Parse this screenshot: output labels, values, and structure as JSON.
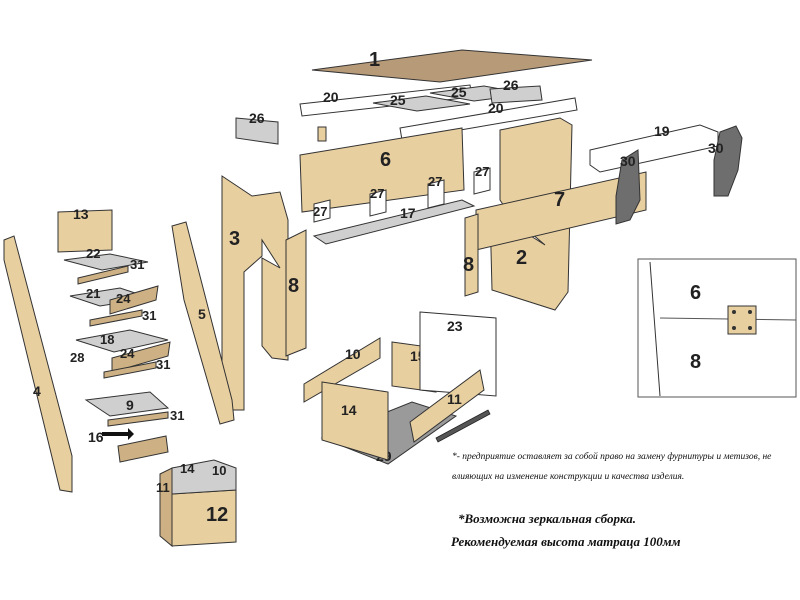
{
  "labels": {
    "p1": "1",
    "p2": "2",
    "p3": "3",
    "p4": "4",
    "p5": "5",
    "p6": "6",
    "p7": "7",
    "p8": "8",
    "p9": "9",
    "p10": "10",
    "p11": "11",
    "p12": "12",
    "p13": "13",
    "p14": "14",
    "p15": "15",
    "p16": "16",
    "p17": "17",
    "p18": "18",
    "p19": "19",
    "p20": "20",
    "p21": "21",
    "p22": "22",
    "p23": "23",
    "p24": "24",
    "p25": "25",
    "p26": "26",
    "p27": "27",
    "p28": "28",
    "p29": "29",
    "p30": "30",
    "p31": "31"
  },
  "inset": {
    "upper": "6",
    "lower": "8"
  },
  "notes": {
    "line1": "*- предприятие оставляет за собой право на замену фурнитуры и метизов, не",
    "line2": "влияющих на изменение конструкции и качества изделия.",
    "mirror": "*Возможна зеркальная сборка.",
    "mattress": "Рекомендуемая высота матраца 100мм"
  },
  "colors": {
    "wood": "#e8cfa0",
    "top_panel": "#b79a78",
    "bottom_panel": "#9a9a9a",
    "bolster": "#6e6e6e",
    "outline": "#333333"
  }
}
